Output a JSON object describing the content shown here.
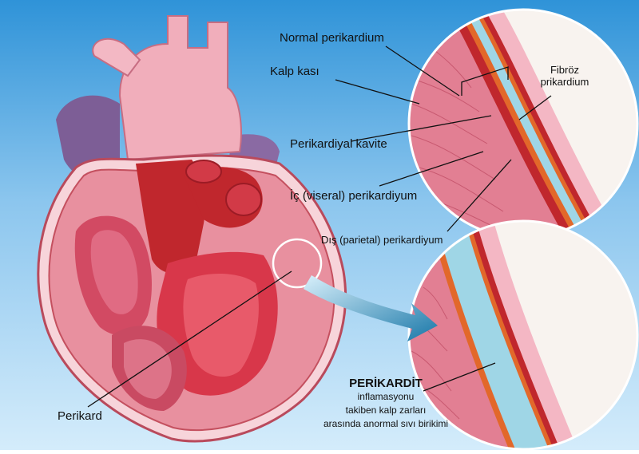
{
  "labels": {
    "normal_pericardium": "Normal perikardium",
    "heart_muscle": "Kalp kası",
    "fibrous_pericardium_line1": "Fibröz",
    "fibrous_pericardium_line2": "prikardium",
    "pericardial_cavity": "Perikardiyal kavite",
    "visceral_pericardium": "İç (viseral) perikardiyum",
    "parietal_pericardium": "Dış (parietal) perikardiyum",
    "pericardium": "Perikard",
    "pericarditis_title": "PERİKARDİT",
    "pericarditis_desc_line1": "inflamasyonu",
    "pericarditis_desc_line2": "takiben kalp zarları",
    "pericarditis_desc_line3": "arasında anormal sıvı birikimi"
  },
  "colors": {
    "background_top": "#2f93d8",
    "background_bottom": "#cfe9fb",
    "muscle": "#e07a90",
    "dark_red": "#c0272d",
    "pink": "#f4b7c4",
    "fluid": "#9fd6e6",
    "orange": "#e2682a",
    "purple": "#7d5e96"
  }
}
